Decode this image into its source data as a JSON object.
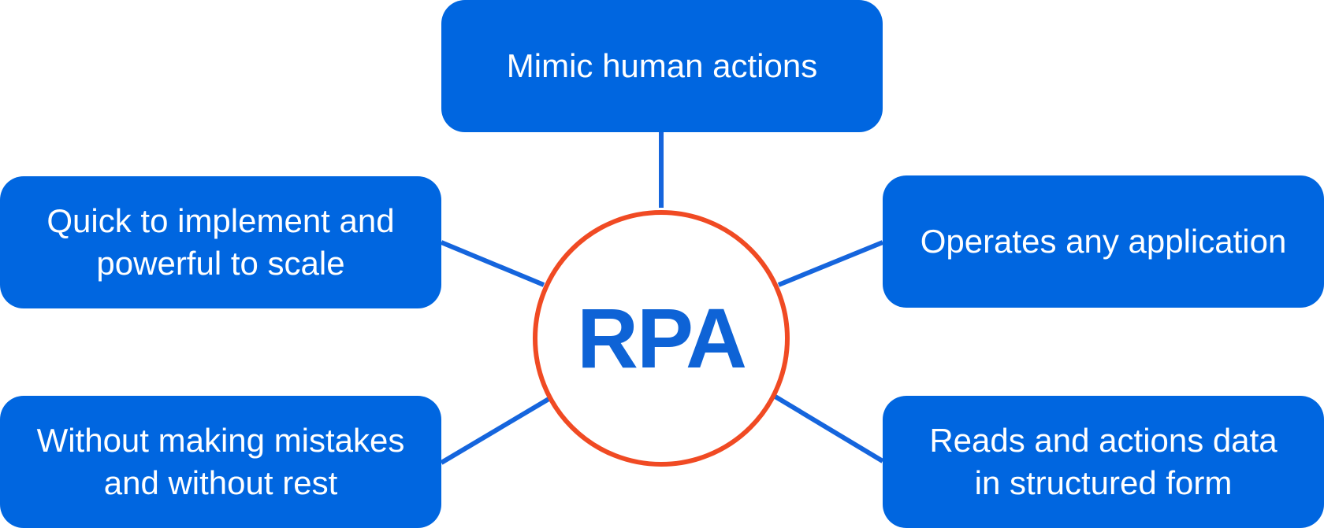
{
  "colors": {
    "node_fill": "#0066E0",
    "node_text": "#FFFFFF",
    "connector": "#1565DD",
    "hub_border": "#F04A23",
    "hub_text": "#0E63D6"
  },
  "hub": {
    "label": "RPA"
  },
  "nodes": {
    "top": "Mimic human actions",
    "middle_left": "Quick to implement and\npowerful to scale",
    "middle_right": "Operates any application",
    "bottom_left": "Without making mistakes\nand without rest",
    "bottom_right": "Reads and actions data\nin structured form"
  }
}
